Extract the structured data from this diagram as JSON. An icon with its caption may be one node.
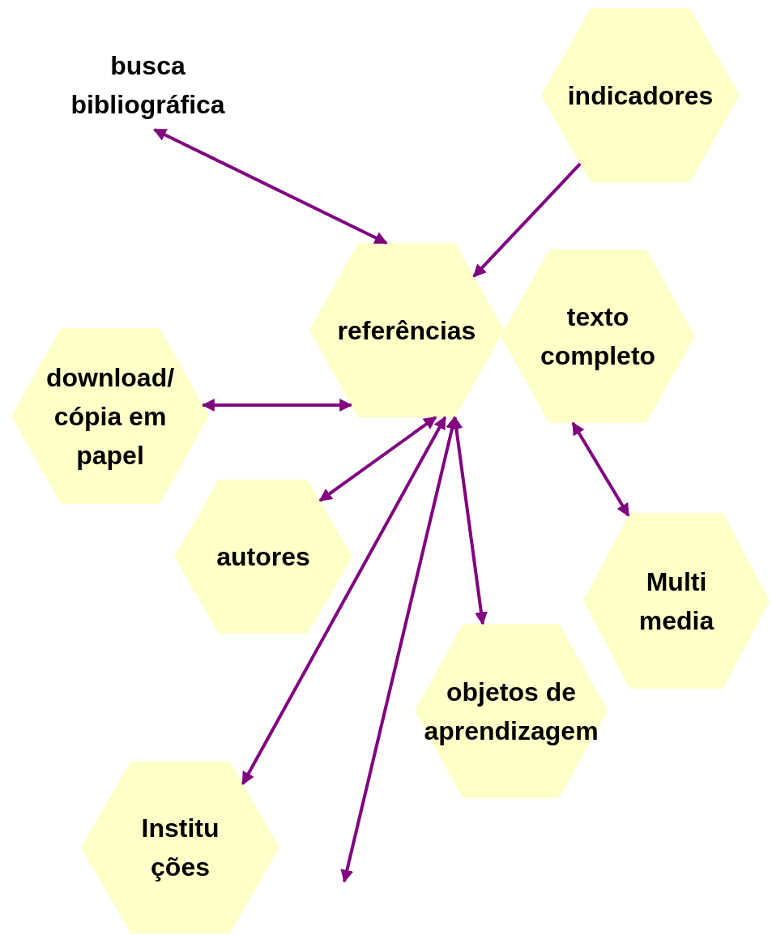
{
  "diagram": {
    "nodes": [
      {
        "text": [
          "busca bibliográfica"
        ]
      },
      {
        "text": [
          "indicadores"
        ]
      },
      {
        "text": [
          "referências"
        ]
      },
      {
        "text": [
          "texto completo"
        ]
      },
      {
        "text": [
          "download/ cópia em papel"
        ]
      },
      {
        "text": [
          "autores"
        ]
      },
      {
        "text": [
          "Multi media"
        ]
      },
      {
        "text": [
          "objetos de aprendizagem"
        ]
      },
      {
        "text": [
          "Institu ções"
        ]
      }
    ],
    "edges": [
      {
        "from": 0,
        "to": 2,
        "arrow": "both"
      },
      {
        "from": 1,
        "to": 2,
        "arrow": "to"
      },
      {
        "from": 4,
        "to": 2,
        "arrow": "both"
      },
      {
        "from": 2,
        "to": 5,
        "arrow": "both"
      },
      {
        "from": 2,
        "to": 8,
        "arrow": "both"
      },
      {
        "from": 2,
        "to": null,
        "arrow": "both"
      },
      {
        "from": 2,
        "to": 7,
        "arrow": "both"
      },
      {
        "from": 3,
        "to": 6,
        "arrow": "both"
      }
    ]
  }
}
